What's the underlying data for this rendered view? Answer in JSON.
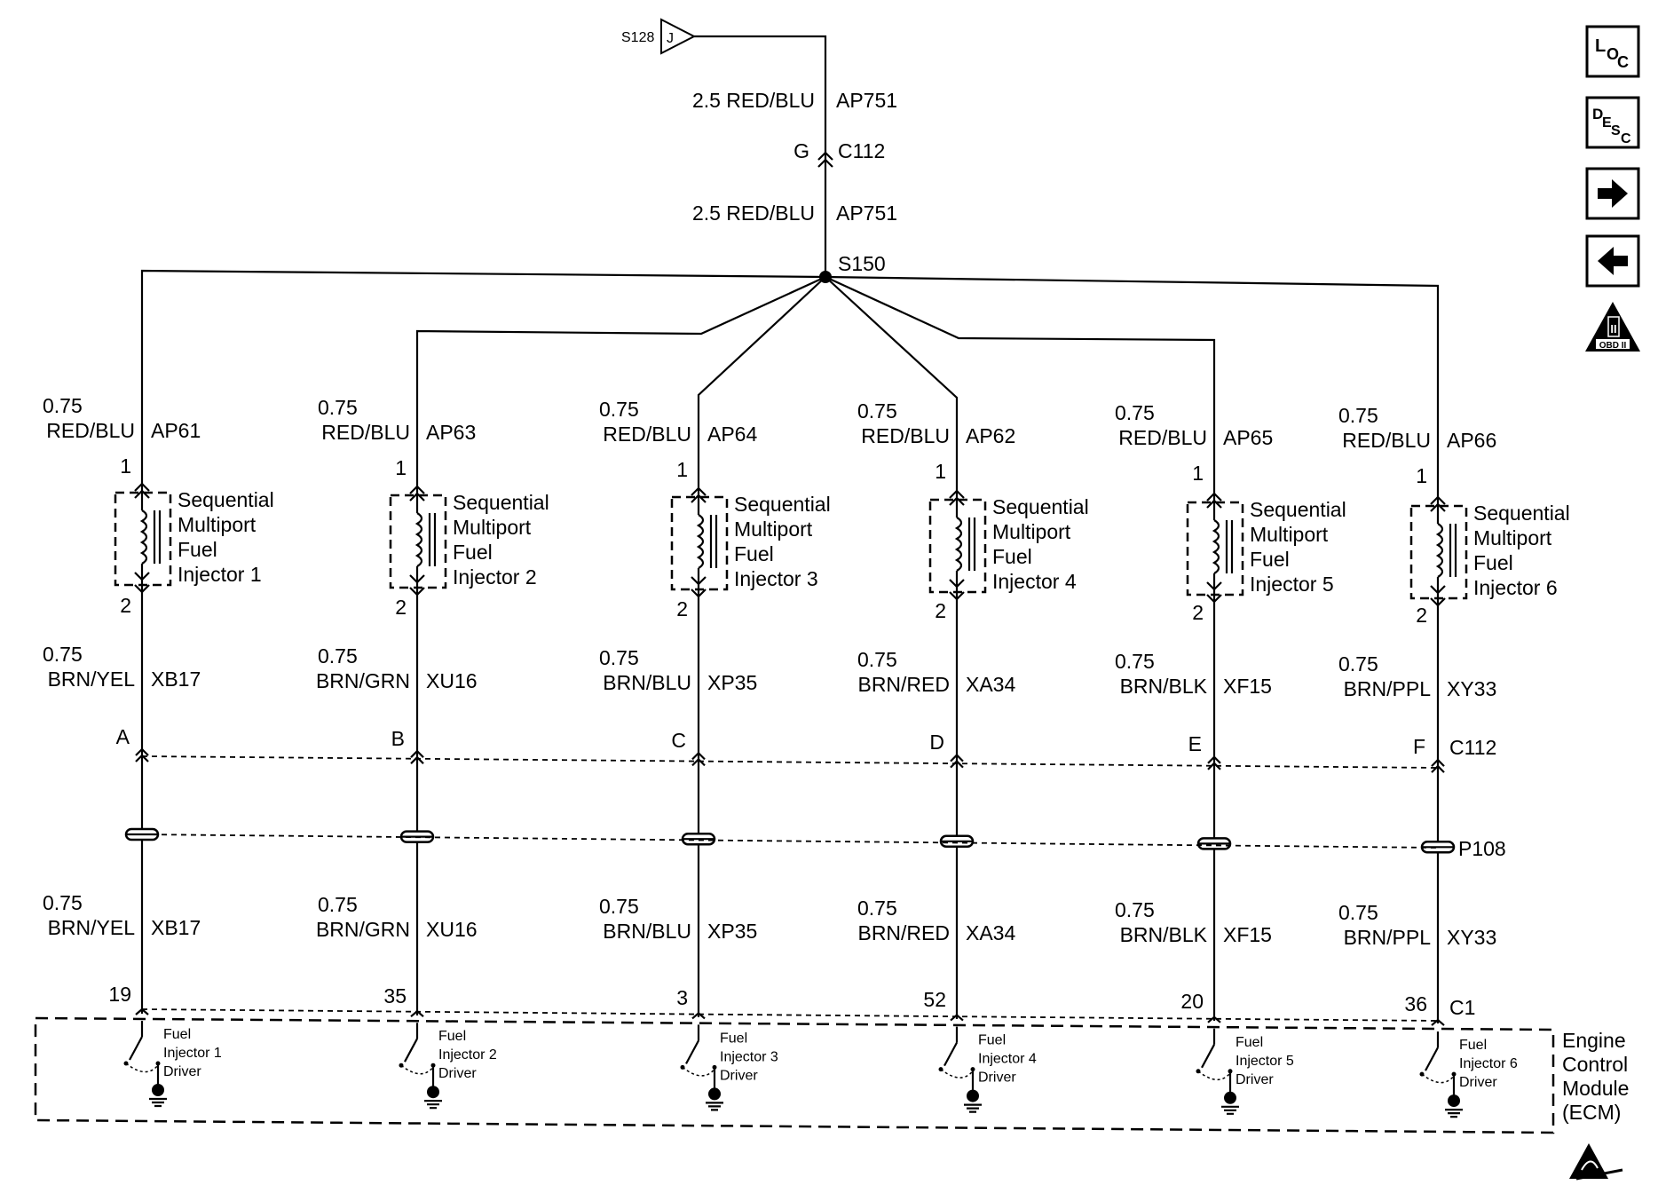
{
  "top": {
    "splice_source": "S128",
    "source_letter": "J",
    "wire_upper_gauge_color": "2.5 RED/BLU",
    "wire_upper_circuit": "AP751",
    "connector_pin": "G",
    "connector_name": "C112",
    "wire_lower_gauge_color": "2.5 RED/BLU",
    "wire_lower_circuit": "AP751",
    "splice": "S150"
  },
  "injectors": [
    {
      "supply_gauge": "0.75",
      "supply_color": "RED/BLU",
      "supply_circuit": "AP61",
      "pin_top": "1",
      "pin_bottom": "2",
      "name_lines": [
        "Sequential",
        "Multiport",
        "Fuel",
        "Injector 1"
      ],
      "ctrl_gauge": "0.75",
      "ctrl_color": "BRN/YEL",
      "ctrl_circuit": "XB17",
      "c112_pin": "A",
      "ecm_pin": "19",
      "driver_lines": [
        "Fuel",
        "Injector 1",
        "Driver"
      ]
    },
    {
      "supply_gauge": "0.75",
      "supply_color": "RED/BLU",
      "supply_circuit": "AP63",
      "pin_top": "1",
      "pin_bottom": "2",
      "name_lines": [
        "Sequential",
        "Multiport",
        "Fuel",
        "Injector 2"
      ],
      "ctrl_gauge": "0.75",
      "ctrl_color": "BRN/GRN",
      "ctrl_circuit": "XU16",
      "c112_pin": "B",
      "ecm_pin": "35",
      "driver_lines": [
        "Fuel",
        "Injector 2",
        "Driver"
      ]
    },
    {
      "supply_gauge": "0.75",
      "supply_color": "RED/BLU",
      "supply_circuit": "AP64",
      "pin_top": "1",
      "pin_bottom": "2",
      "name_lines": [
        "Sequential",
        "Multiport",
        "Fuel",
        "Injector 3"
      ],
      "ctrl_gauge": "0.75",
      "ctrl_color": "BRN/BLU",
      "ctrl_circuit": "XP35",
      "c112_pin": "C",
      "ecm_pin": "3",
      "driver_lines": [
        "Fuel",
        "Injector 3",
        "Driver"
      ]
    },
    {
      "supply_gauge": "0.75",
      "supply_color": "RED/BLU",
      "supply_circuit": "AP62",
      "pin_top": "1",
      "pin_bottom": "2",
      "name_lines": [
        "Sequential",
        "Multiport",
        "Fuel",
        "Injector 4"
      ],
      "ctrl_gauge": "0.75",
      "ctrl_color": "BRN/RED",
      "ctrl_circuit": "XA34",
      "c112_pin": "D",
      "ecm_pin": "52",
      "driver_lines": [
        "Fuel",
        "Injector 4",
        "Driver"
      ]
    },
    {
      "supply_gauge": "0.75",
      "supply_color": "RED/BLU",
      "supply_circuit": "AP65",
      "pin_top": "1",
      "pin_bottom": "2",
      "name_lines": [
        "Sequential",
        "Multiport",
        "Fuel",
        "Injector 5"
      ],
      "ctrl_gauge": "0.75",
      "ctrl_color": "BRN/BLK",
      "ctrl_circuit": "XF15",
      "c112_pin": "E",
      "ecm_pin": "20",
      "driver_lines": [
        "Fuel",
        "Injector 5",
        "Driver"
      ]
    },
    {
      "supply_gauge": "0.75",
      "supply_color": "RED/BLU",
      "supply_circuit": "AP66",
      "pin_top": "1",
      "pin_bottom": "2",
      "name_lines": [
        "Sequential",
        "Multiport",
        "Fuel",
        "Injector 6"
      ],
      "ctrl_gauge": "0.75",
      "ctrl_color": "BRN/PPL",
      "ctrl_circuit": "XY33",
      "c112_pin": "F",
      "ecm_pin": "36",
      "driver_lines": [
        "Fuel",
        "Injector 6",
        "Driver"
      ]
    }
  ],
  "connectors": {
    "c112": "C112",
    "p108": "P108",
    "c1": "C1"
  },
  "ecm": {
    "label_lines": [
      "Engine",
      "Control",
      "Module",
      "(ECM)"
    ]
  },
  "toolbar": {
    "loc_main": "L",
    "loc_sub": "O",
    "loc_sub2": "C",
    "desc_main": "D",
    "desc_sub": "E",
    "desc_sub2": "S",
    "desc_sub3": "C",
    "obd_label": "OBD II",
    "obd_numeral": "II"
  },
  "colors": {
    "ink": "#000000",
    "paper": "#ffffff"
  }
}
